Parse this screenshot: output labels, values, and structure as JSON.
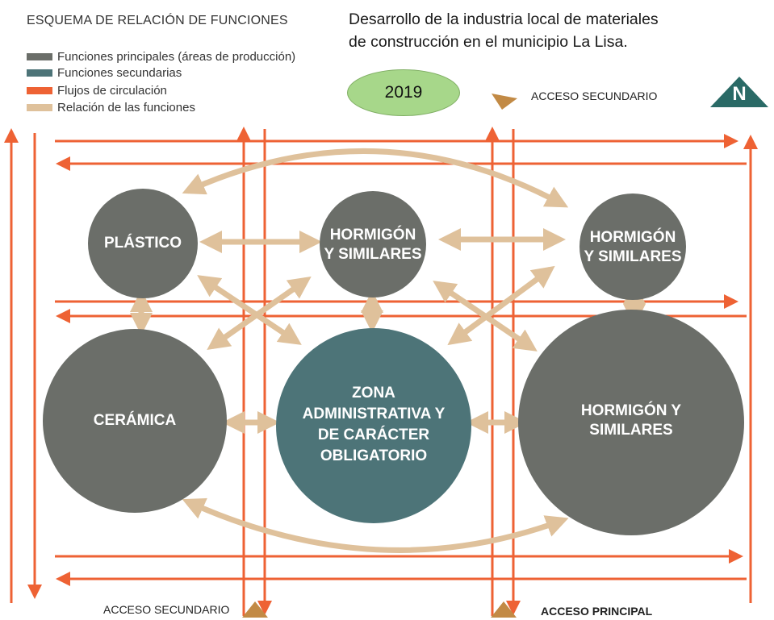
{
  "legend": {
    "title": "ESQUEMA DE RELACIÓN DE FUNCIONES",
    "items": [
      {
        "label": "Funciones principales (áreas de producción)",
        "color": "#6b6e69"
      },
      {
        "label": "Funciones secundarias",
        "color": "#4d7478"
      },
      {
        "label": "Flujos de circulación",
        "color": "#ee6234"
      },
      {
        "label": "Relación de las funciones",
        "color": "#dfc19b"
      }
    ]
  },
  "header": {
    "title_line1": "Desarrollo de la industria local de materiales",
    "title_line2": "de construcción en el municipio La Lisa."
  },
  "year_badge": "2019",
  "access": {
    "top_secondary": "ACCESO SECUNDARIO",
    "bottom_secondary": "ACCESO SECUNDARIO",
    "main": "ACCESO PRINCIPAL",
    "marker_color": "#c28a45"
  },
  "north_symbol": "N",
  "north_color": "#2a6a66",
  "nodes": {
    "plastico": {
      "label": "PLÁSTICO",
      "type": "principal"
    },
    "hormigon_top_center": {
      "label": "HORMIGÓN Y SIMILARES",
      "type": "principal"
    },
    "hormigon_top_right": {
      "label": "HORMIGÓN Y SIMILARES",
      "type": "principal"
    },
    "ceramica": {
      "label": "CERÁMICA",
      "type": "principal"
    },
    "zona_admin": {
      "label": "ZONA ADMINISTRATIVA Y DE CARÁCTER OBLIGATORIO",
      "type": "secundaria"
    },
    "hormigon_large": {
      "label": "HORMIGÓN Y SIMILARES",
      "type": "principal"
    }
  }
}
